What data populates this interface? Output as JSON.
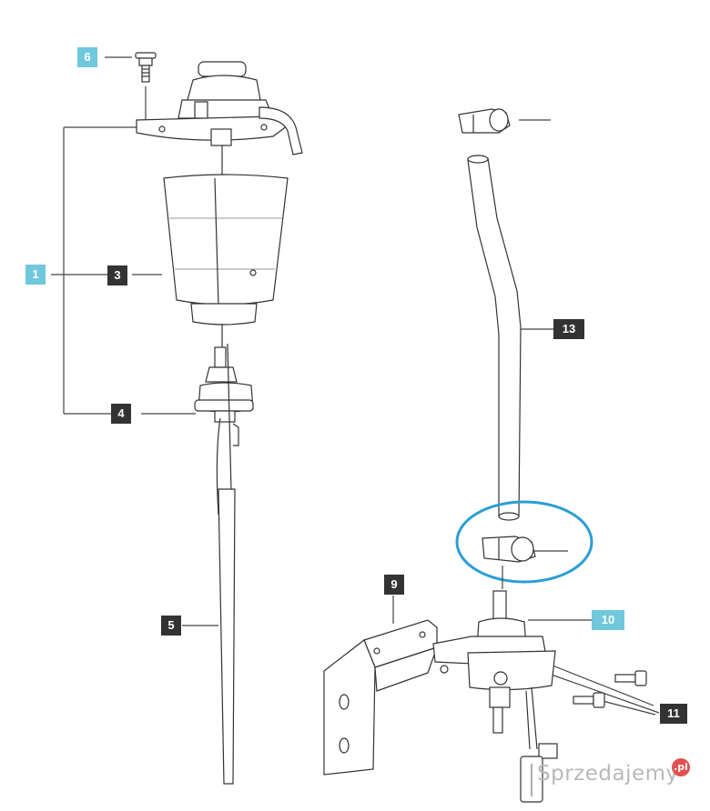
{
  "callouts": {
    "c6": "6",
    "c1": "1",
    "c3": "3",
    "c4": "4",
    "c5": "5",
    "c9": "9",
    "c10": "10",
    "c11": "11",
    "c13": "13"
  },
  "watermark": {
    "text": "Sprzedajemy",
    "badge": ".pl"
  },
  "colors": {
    "dark_callout": "#333333",
    "light_callout": "#70c8dc",
    "highlight_circle": "#2a9ed4",
    "line": "#333333"
  }
}
